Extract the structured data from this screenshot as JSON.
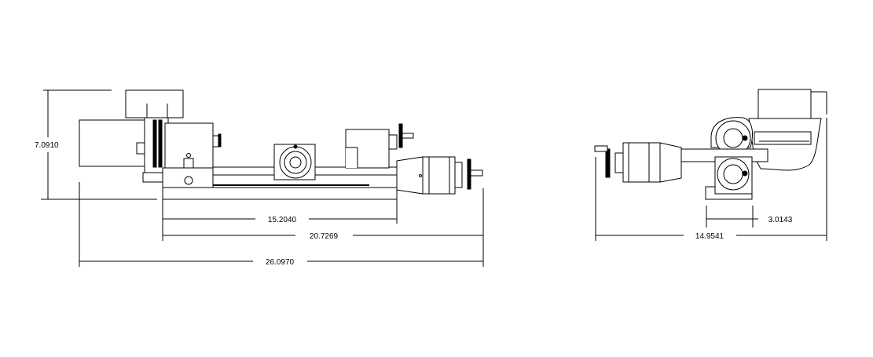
{
  "side_view": {
    "dimensions": {
      "height": "7.0910",
      "bed_length": "15.2040",
      "bed_to_tail": "20.7269",
      "overall_length": "26.0970"
    }
  },
  "end_view": {
    "dimensions": {
      "carriage_width": "3.0143",
      "overall_width": "14.9541"
    }
  }
}
